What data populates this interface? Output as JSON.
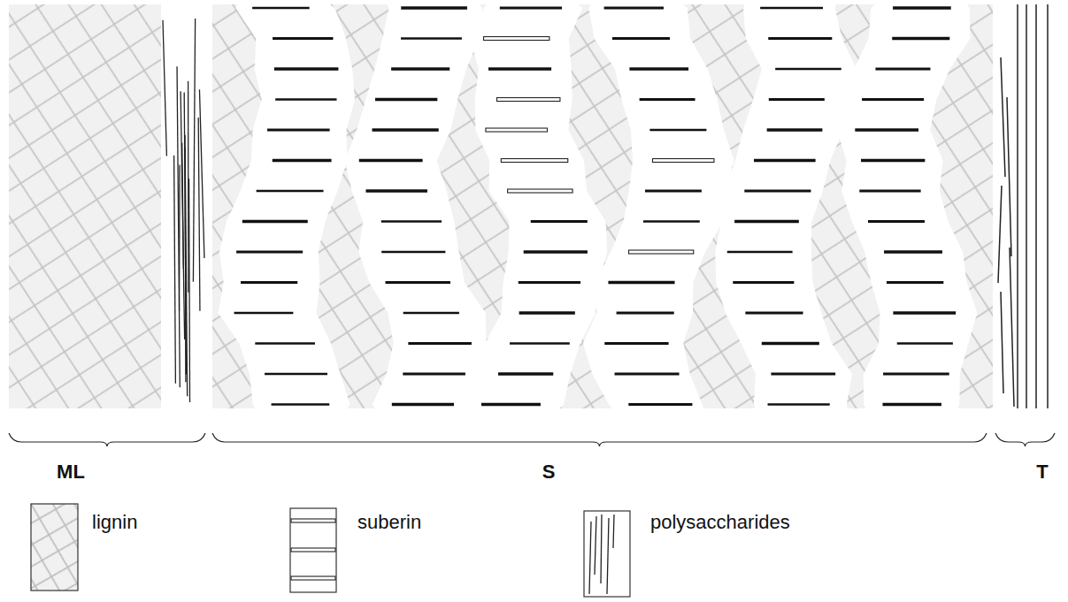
{
  "diagram": {
    "labels": [
      "ML",
      "S",
      "T"
    ],
    "legend": [
      {
        "text": "lignin"
      },
      {
        "text": "suberin"
      },
      {
        "text": "polysaccharides"
      }
    ]
  }
}
